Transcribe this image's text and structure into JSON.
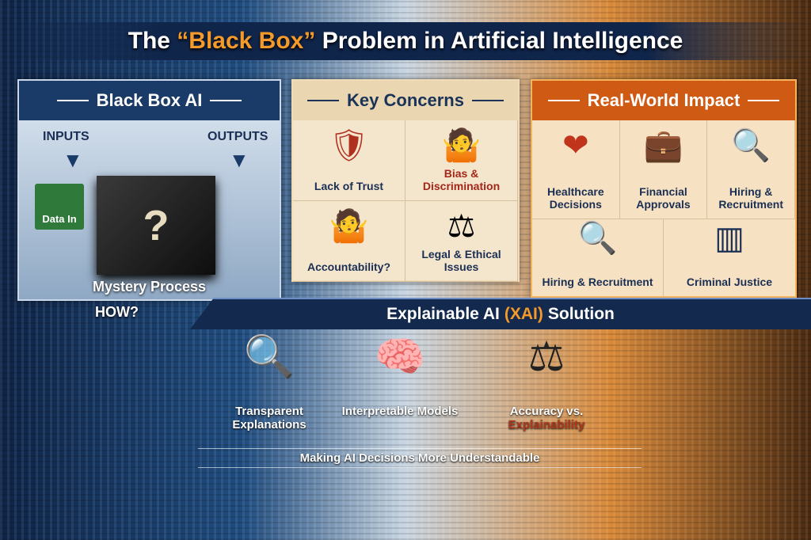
{
  "title": {
    "prefix": "The ",
    "highlight": "“Black Box”",
    "suffix": " Problem in Artificial Intelligence"
  },
  "black_box": {
    "header": "Black Box AI",
    "inputs": "INPUTS",
    "outputs": "OUTPUTS",
    "data_in": "Data In",
    "question": "?",
    "process": "Mystery Process",
    "how": "HOW?"
  },
  "concerns": {
    "header": "Key Concerns",
    "items": [
      {
        "label": "Lack of Trust",
        "icon": "shield-icon"
      },
      {
        "label": "Bias & Discrimination",
        "icon": "person-shrug-icon"
      },
      {
        "label": "Accountability?",
        "icon": "businessman-shrug-icon"
      },
      {
        "label": "Legal & Ethical Issues",
        "icon": "gavel-icon"
      }
    ]
  },
  "impact": {
    "header": "Real-World Impact",
    "items": [
      {
        "label": "Healthcare Decisions",
        "icon": "heart-pulse-icon"
      },
      {
        "label": "Financial Approvals",
        "icon": "briefcase-icon"
      },
      {
        "label": "Hiring & Recruitment",
        "icon": "person-search-icon"
      },
      {
        "label": "Hiring & Recruitment",
        "icon": "person-search-icon"
      },
      {
        "label": "Criminal Justice",
        "icon": "jail-bars-icon"
      }
    ]
  },
  "xai": {
    "prefix": "Explainable AI",
    "highlight": "(XAI)",
    "suffix": "Solution",
    "items": [
      {
        "label": "Transparent Explanations",
        "icon": "magnifier-chart-icon"
      },
      {
        "label": "Interpretable Models",
        "icon": "brain-network-icon"
      },
      {
        "label": "Accuracy vs.",
        "label2": "Explainability",
        "icon": "scales-icon"
      }
    ]
  },
  "footer": "Making AI Decisions More Understandable",
  "colors": {
    "navy": "#13294d",
    "orange": "#cf5a14",
    "accent": "#f39a2a"
  }
}
